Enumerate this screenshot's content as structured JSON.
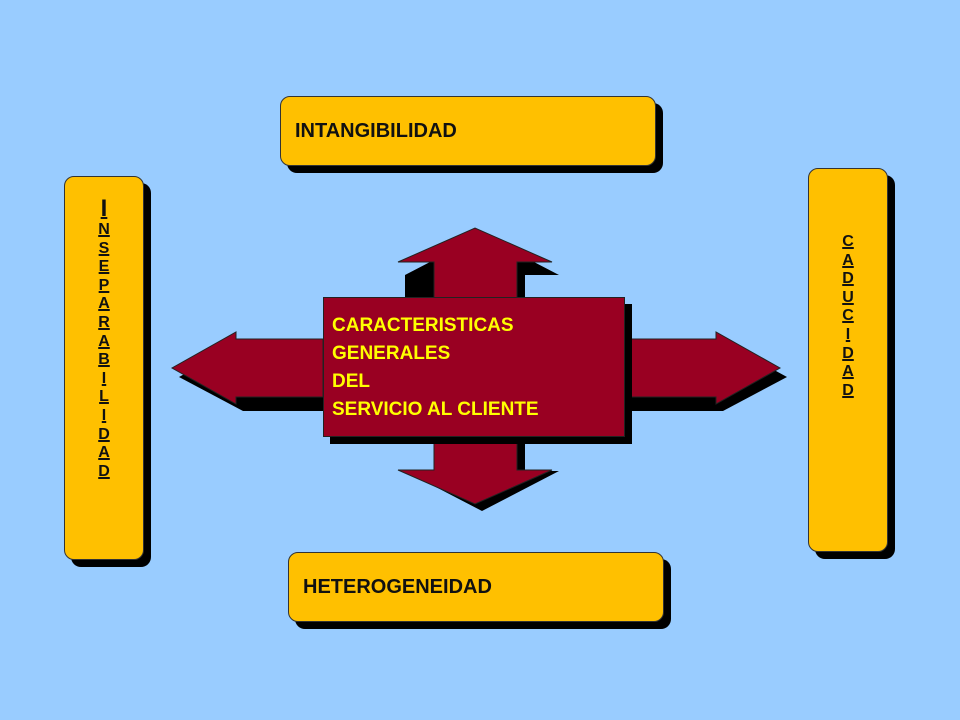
{
  "colors": {
    "background": "#99ccff",
    "box_fill": "#ffc000",
    "arrow_fill": "#990022",
    "center_text": "#ffff00",
    "shadow": "#000000"
  },
  "top_box": {
    "label": "INTANGIBILIDAD"
  },
  "bottom_box": {
    "label": "HETEROGENEIDAD"
  },
  "left_box": {
    "label": "INSEPARABILIDAD"
  },
  "right_box": {
    "label": "CADUCIDAD"
  },
  "center": {
    "lines": [
      "CARACTERISTICAS",
      "GENERALES",
      "DEL",
      "SERVICIO AL CLIENTE"
    ]
  }
}
